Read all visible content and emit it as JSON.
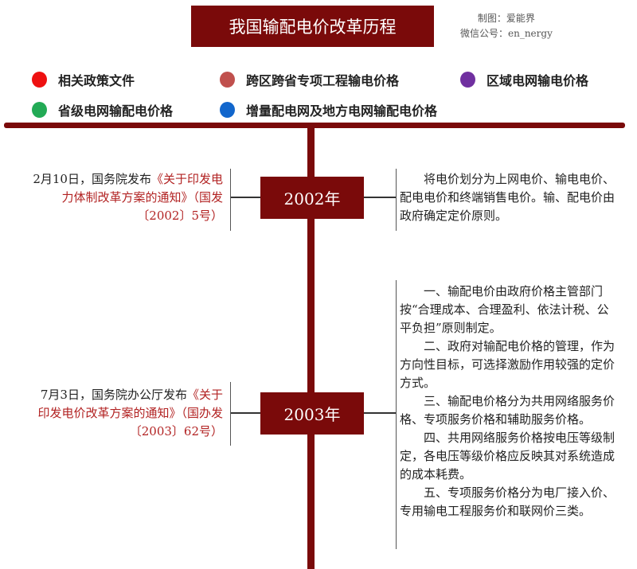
{
  "title": "我国输配电价改革历程",
  "credit": {
    "line1": "制图：爱能界",
    "line2": "微信公号：en_nergy"
  },
  "legend": [
    {
      "label": "相关政策文件",
      "color": "#ee1111"
    },
    {
      "label": "跨区跨省专项工程输电价格",
      "color": "#c0504d"
    },
    {
      "label": "区域电网输电价格",
      "color": "#7030a0"
    },
    {
      "label": "省级电网输配电价格",
      "color": "#22aa55"
    },
    {
      "label": "增量配电网及地方电网输配电价格",
      "color": "#1166cc"
    }
  ],
  "events": [
    {
      "year": "2002年",
      "left_prefix": "2月10日，国务院发布",
      "left_doc": "《关于印发电力体制改革方案的通知》（国发〔2002〕5号）",
      "right": [
        "　　将电价划分为上网电价、输电电价、配电电价和终端销售电价。输、配电价由政府确定定价原则。"
      ]
    },
    {
      "year": "2003年",
      "left_prefix": "7月3日，国务院办公厅发布",
      "left_doc": "《关于印发电价改革方案的通知》（国办发〔2003〕62号）",
      "right": [
        "　　一、输配电价由政府价格主管部门按“合理成本、合理盈利、依法计税、公平负担”原则制定。",
        "　　二、政府对输配电价格的管理，作为方向性目标，可选择激励作用较强的定价方式。",
        "　　三、输配电价格分为共用网络服务价格、专项服务价格和辅助服务价格。",
        "　　四、共用网络服务价格按电压等级制定，各电压等级价格应反映其对系统造成的成本耗费。",
        "　　五、专项服务价格分为电厂接入价、专用输电工程服务价和联网价三类。"
      ]
    }
  ]
}
